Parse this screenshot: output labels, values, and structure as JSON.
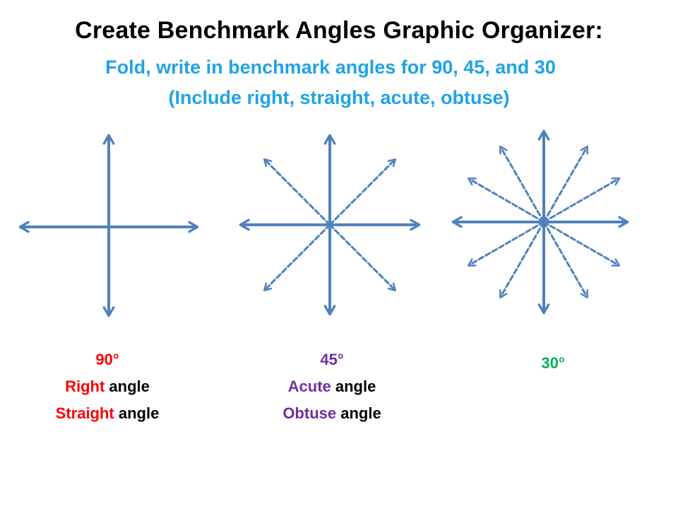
{
  "title": "Create Benchmark Angles Graphic Organizer:",
  "subtitle": {
    "line1": "Fold, write in benchmark angles for 90, 45, and 30",
    "line2": "(Include right, straight, acute, obtuse)"
  },
  "colors": {
    "subtitle": "#1fa3e6",
    "red": "#ff0000",
    "purple": "#7030a0",
    "green": "#00b050",
    "arrow": "#4f81bd"
  },
  "diagrams": [
    {
      "name": "90-degree-organizer",
      "solid_angles_deg": [
        0,
        90,
        180,
        270
      ],
      "dashed_angles_deg": [],
      "labels": {
        "degree": "90°",
        "term1": "Right",
        "suffix1": " angle",
        "term2": "Straight",
        "suffix2": " angle"
      },
      "label_color": "#ff0000"
    },
    {
      "name": "45-degree-organizer",
      "solid_angles_deg": [
        0,
        90,
        180,
        270
      ],
      "dashed_angles_deg": [
        45,
        135,
        225,
        315
      ],
      "labels": {
        "degree": "45°",
        "term1": "Acute",
        "suffix1": " angle",
        "term2": "Obtuse",
        "suffix2": " angle"
      },
      "label_color": "#7030a0"
    },
    {
      "name": "30-degree-organizer",
      "solid_angles_deg": [
        0,
        90,
        180,
        270
      ],
      "dashed_angles_deg": [
        30,
        60,
        120,
        150,
        210,
        240,
        300,
        330
      ],
      "labels": {
        "degree": "30°"
      },
      "label_color": "#00b050"
    }
  ]
}
